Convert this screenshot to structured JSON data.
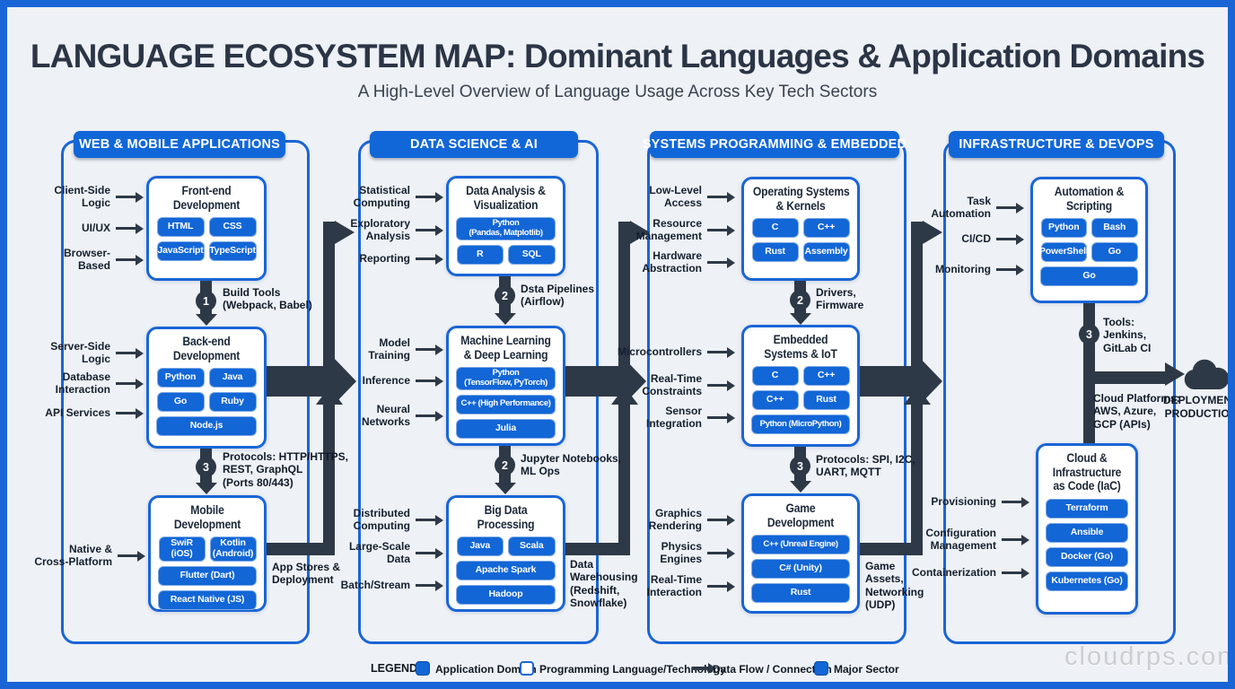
{
  "title": "LANGUAGE ECOSYSTEM MAP: Dominant Languages & Application Domains",
  "subtitle": "A High-Level Overview of Language Usage Across Key Tech Sectors",
  "watermark": "cloudrps.com",
  "colors": {
    "accent": "#1266d6",
    "border": "#1a65d6",
    "dark": "#2e3947",
    "background": "#eef1f5"
  },
  "columns": [
    {
      "header": "WEB & MOBILE APPLICATIONS",
      "boxes": [
        {
          "title": "Front-end\nDevelopment",
          "tags": [
            "HTML",
            "CSS",
            "JavaScript",
            "TypeScript"
          ]
        },
        {
          "title": "Back-end\nDevelopment",
          "tags": [
            "Python",
            "Java",
            "Go",
            "Ruby",
            "Node.js"
          ]
        },
        {
          "title": "Mobile\nDevelopment",
          "tags": [
            "SwiR\n(iOS)",
            "Kotlin\n(Android)",
            "Flutter (Dart)",
            "React Native (JS)"
          ]
        }
      ],
      "labels": [
        "Client-Side\nLogic",
        "UI/UX",
        "Browser-\nBased",
        "Server-Side\nLogic",
        "Database\nInteraction",
        "API Services",
        "Native &\nCross-Platform"
      ],
      "connectors": [
        {
          "num": "1",
          "note": "Build Tools\n(Webpack, Babel)"
        },
        {
          "num": "3",
          "note": "Protocols: HTTP/HTTPS,\nREST, GraphQL\n(Ports 80/443)"
        }
      ]
    },
    {
      "header": "DATA SCIENCE & AI",
      "boxes": [
        {
          "title": "Data Analysis &\nVisualization",
          "tags": [
            "Python\n(Pandas, Matplotlib)",
            "R",
            "SQL"
          ]
        },
        {
          "title": "Machine Learning\n& Deep Learning",
          "tags": [
            "Python\n(TensorFlow, PyTorch)",
            "C++ (High Performance)",
            "Julia"
          ]
        },
        {
          "title": "Big Data\nProcessing",
          "tags": [
            "Java",
            "Scala",
            "Apache Spark",
            "Hadoop"
          ]
        }
      ],
      "labels": [
        "Statistical\nComputing",
        "Exploratory\nAnalysis",
        "Reporting",
        "Model\nTraining",
        "Inference",
        "Neural\nNetworks",
        "Distributed\nComputing",
        "Large-Scale\nData",
        "Batch/Stream"
      ],
      "connectors": [
        {
          "num": "2",
          "note": "Dsta Pipelines\n(Airflow)"
        },
        {
          "num": "2",
          "note": "Jupyter Notebooks,\nML Ops"
        }
      ]
    },
    {
      "header": "SYSTEMS PROGRAMMING & EMBEDDED",
      "boxes": [
        {
          "title": "Operating Systems\n& Kernels",
          "tags": [
            "C",
            "C++",
            "Rust",
            "Assembly"
          ]
        },
        {
          "title": "Embedded\nSystems & IoT",
          "tags": [
            "C",
            "C++",
            "C++",
            "Rust",
            "Python (MicroPython)"
          ]
        },
        {
          "title": "Game\nDevelopment",
          "tags": [
            "C++ (Unreal Engine)",
            "C# (Unity)",
            "Rust"
          ]
        }
      ],
      "labels": [
        "Low-Level\nAccess",
        "Resource\nManagement",
        "Hardware\nAbstraction",
        "Microcontrollers",
        "Real-Time\nConstraints",
        "Sensor\nIntegration",
        "Graphics\nRendering",
        "Physics\nEngines",
        "Real-Time\nInteraction"
      ],
      "connectors": [
        {
          "num": "2",
          "note": "Drivers,\nFirmware"
        },
        {
          "num": "3",
          "note": "Protocols: SPI, I2C,\nUART, MQTT"
        }
      ]
    },
    {
      "header": "INFRASTRUCTURE & DEVOPS",
      "boxes": [
        {
          "title": "Automation &\nScripting",
          "tags": [
            "Python",
            "Bash",
            "PowerShell",
            "Go",
            "Go"
          ]
        },
        {
          "title": "Cloud &\nInfrastructure\nas Code (IaC)",
          "tags": [
            "Terraform",
            "Ansible",
            "Docker (Go)",
            "Kubernetes (Go)"
          ]
        }
      ],
      "labels": [
        "Task\nAutomation",
        "CI/CD",
        "Monitoring",
        "Provisioning",
        "Configuration\nManagement",
        "Containerization"
      ],
      "connectors": [
        {
          "num": "3",
          "note": "Tools:\nJenkins,\nGitLab CI"
        }
      ]
    }
  ],
  "gaps": [
    {
      "note": "App Stores &\nDeployment"
    },
    {
      "note": "Data\nWarehousing\n(Redshift,\nSnowflake)"
    },
    {
      "note": "Game\nAssets,\nNetworking\n(UDP)"
    }
  ],
  "outputs": {
    "cloud_platforms": "Cloud Platforms:\nAWS, Azure,\nGCP (APIs)",
    "deployment": "DEPLOYMENT /\nPRODUCTION"
  },
  "legend": {
    "label": "LEGEND:",
    "items": [
      {
        "label": "Application Domain"
      },
      {
        "label": "Programming Language/Technology"
      },
      {
        "label": "Data Flow / Connection"
      },
      {
        "label": "Major Sector"
      }
    ]
  }
}
